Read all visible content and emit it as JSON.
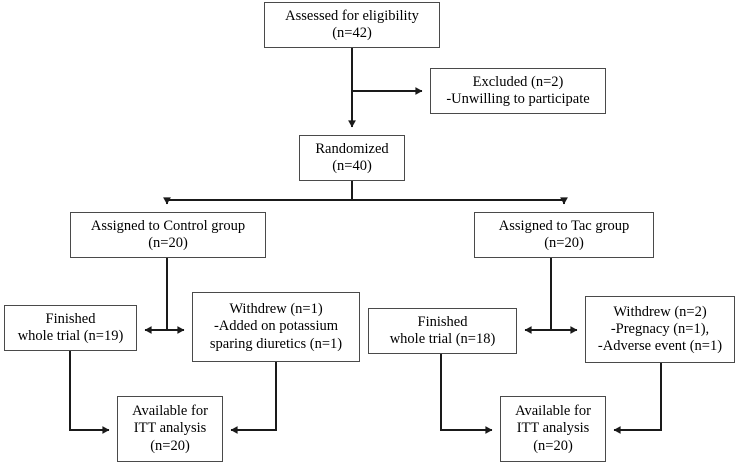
{
  "diagram": {
    "type": "consort-flow-diagram",
    "title": "CONSORT participant flow",
    "colors": {
      "box_border": "#4a4a4a",
      "connector": "#1a1a1a",
      "background": "#ffffff",
      "text": "#000000"
    },
    "nodes": {
      "assessed": {
        "id": "assessed-for-eligibility",
        "lines": [
          "Assessed for eligibility",
          "(n=42)"
        ],
        "n": 42
      },
      "excluded": {
        "id": "excluded",
        "lines": [
          "Excluded (n=2)",
          "-Unwilling to participate"
        ],
        "n": 2
      },
      "randomized": {
        "id": "randomized",
        "lines": [
          "Randomized",
          "(n=40)"
        ],
        "n": 40
      },
      "control_group": {
        "id": "assigned-to-control-group",
        "lines": [
          "Assigned to Control group",
          "(n=20)"
        ],
        "n": 20
      },
      "tac_group": {
        "id": "assigned-to-tac-group",
        "lines": [
          "Assigned to Tac group",
          "(n=20)"
        ],
        "n": 20
      },
      "finished_control": {
        "id": "finished-whole-trial-control",
        "lines": [
          "Finished",
          "whole trial (n=19)"
        ],
        "n": 19
      },
      "withdrew_control": {
        "id": "withdrew-control",
        "lines": [
          "Withdrew (n=1)",
          "-Added on potassium",
          "sparing diuretics (n=1)"
        ],
        "n": 1
      },
      "finished_tac": {
        "id": "finished-whole-trial-tac",
        "lines": [
          "Finished",
          "whole trial (n=18)"
        ],
        "n": 18
      },
      "withdrew_tac": {
        "id": "withdrew-tac",
        "lines": [
          "Withdrew (n=2)",
          "-Pregnacy (n=1),",
          "-Adverse event (n=1)"
        ],
        "n": 2
      },
      "itt_control": {
        "id": "available-for-itt-analysis-control",
        "lines": [
          "Available for",
          "ITT analysis",
          "(n=20)"
        ],
        "n": 20
      },
      "itt_tac": {
        "id": "available-for-itt-analysis-tac",
        "lines": [
          "Available for",
          "ITT analysis",
          "(n=20)"
        ],
        "n": 20
      }
    },
    "edges": [
      {
        "from": "assessed",
        "to": "randomized",
        "arrow": "down"
      },
      {
        "from": "assessed",
        "to": "excluded",
        "arrow": "right"
      },
      {
        "from": "randomized",
        "to": "control_group",
        "arrow": "down"
      },
      {
        "from": "randomized",
        "to": "tac_group",
        "arrow": "down"
      },
      {
        "from": "control_group",
        "to": "finished_control",
        "arrow": "left"
      },
      {
        "from": "control_group",
        "to": "withdrew_control",
        "arrow": "right"
      },
      {
        "from": "tac_group",
        "to": "finished_tac",
        "arrow": "left"
      },
      {
        "from": "tac_group",
        "to": "withdrew_tac",
        "arrow": "right"
      },
      {
        "from": "finished_control",
        "to": "itt_control",
        "arrow": "right"
      },
      {
        "from": "withdrew_control",
        "to": "itt_control",
        "arrow": "left"
      },
      {
        "from": "finished_tac",
        "to": "itt_tac",
        "arrow": "right"
      },
      {
        "from": "withdrew_tac",
        "to": "itt_tac",
        "arrow": "left"
      }
    ]
  }
}
